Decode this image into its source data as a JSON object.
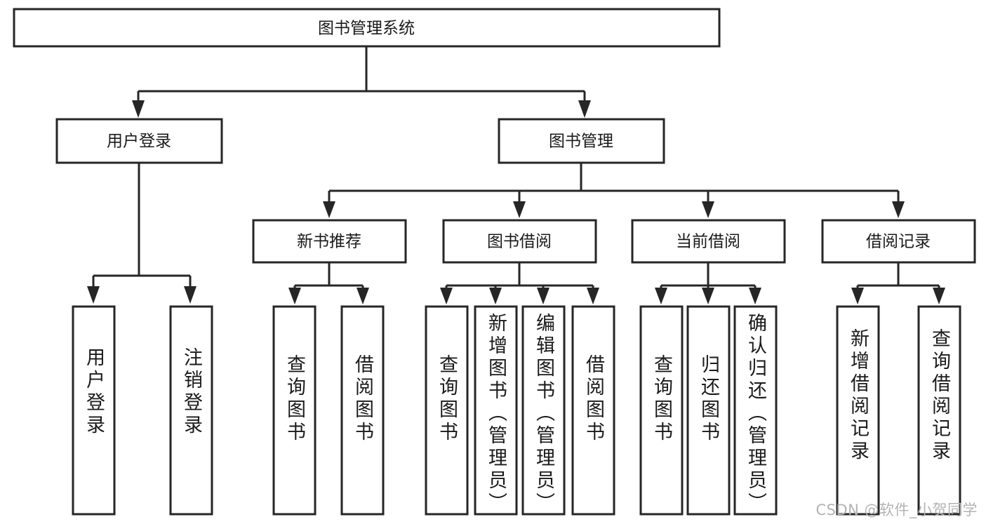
{
  "diagram": {
    "title": "图书管理系统",
    "type": "tree-hierarchy",
    "watermark": "CSDN @软件_小贺同学",
    "colors": {
      "stroke": "#262626",
      "fill": "#ffffff",
      "text": "#1a1a1a",
      "watermark": "#b3b3b3"
    },
    "root": {
      "label": "图书管理系统"
    },
    "level2": [
      {
        "label": "用户登录"
      },
      {
        "label": "图书管理"
      }
    ],
    "level3": [
      {
        "label": "新书推荐"
      },
      {
        "label": "图书借阅"
      },
      {
        "label": "当前借阅"
      },
      {
        "label": "借阅记录"
      }
    ],
    "leaves": {
      "user_login": [
        {
          "label": "用户登录"
        },
        {
          "label": "注销登录"
        }
      ],
      "new_book": [
        {
          "label": "查询图书"
        },
        {
          "label": "借阅图书"
        }
      ],
      "book_borrow": [
        {
          "label": "查询图书"
        },
        {
          "label": "新增图书（管理员）"
        },
        {
          "label": "编辑图书（管理员）"
        },
        {
          "label": "借阅图书"
        }
      ],
      "current_borrow": [
        {
          "label": "查询图书"
        },
        {
          "label": "归还图书"
        },
        {
          "label": "确认归还（管理员）"
        }
      ],
      "borrow_record": [
        {
          "label": "新增借阅记录"
        },
        {
          "label": "查询借阅记录"
        }
      ]
    }
  }
}
